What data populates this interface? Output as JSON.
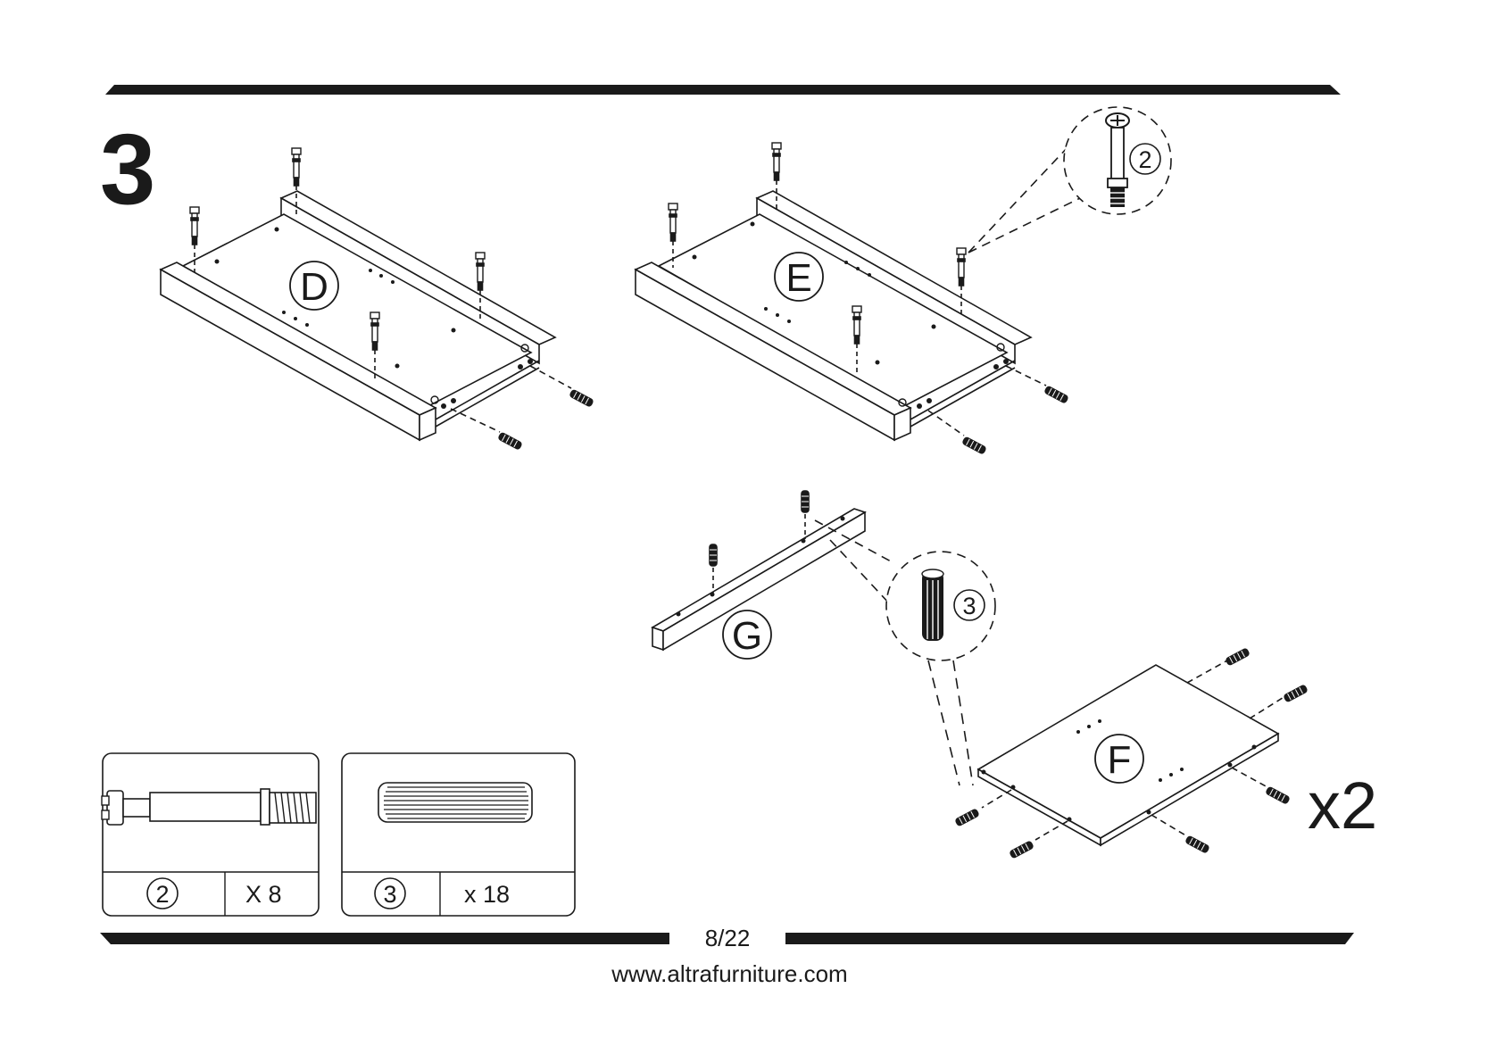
{
  "step": {
    "number": "3"
  },
  "parts": {
    "d": "D",
    "e": "E",
    "f": "F",
    "g": "G"
  },
  "callouts": {
    "cam_bolt": "2",
    "dowel": "3"
  },
  "multiplier": "x2",
  "hardware": [
    {
      "id": "2",
      "qty": "X 8"
    },
    {
      "id": "3",
      "qty": "x 18"
    }
  ],
  "footer": {
    "page": "8/22",
    "url": "www.altrafurniture.com"
  },
  "colors": {
    "ink": "#1a1a1a",
    "paper": "#ffffff"
  }
}
